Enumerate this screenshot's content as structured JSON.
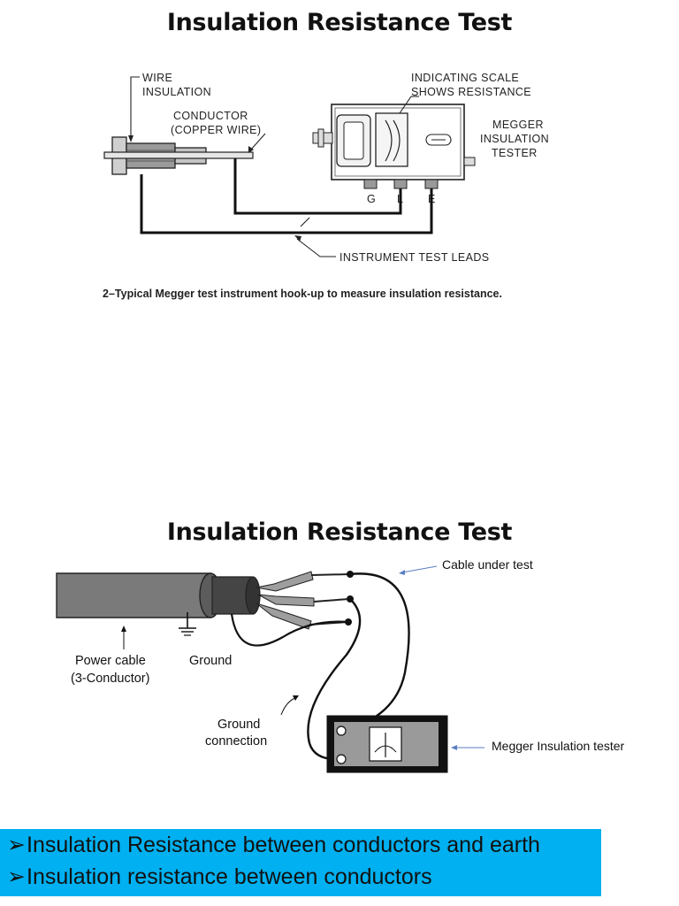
{
  "slides": [
    {
      "title": "Insulation Resistance Test",
      "labels": {
        "wire_insulation_1": "WIRE",
        "wire_insulation_2": "INSULATION",
        "conductor_1": "CONDUCTOR",
        "conductor_2": "(COPPER WIRE)",
        "scale_1": "INDICATING SCALE",
        "scale_2": "SHOWS RESISTANCE",
        "megger_1": "MEGGER",
        "megger_2": "INSULATION",
        "megger_3": "TESTER",
        "terminal_g": "G",
        "terminal_l": "L",
        "terminal_e": "E",
        "leads": "INSTRUMENT TEST LEADS"
      },
      "caption": "2–Typical Megger test instrument hook-up to measure insulation resistance."
    },
    {
      "title": "Insulation Resistance Test",
      "labels": {
        "cable_under_test": "Cable under test",
        "power_cable_1": "Power cable",
        "power_cable_2": "(3-Conductor)",
        "ground": "Ground",
        "ground_conn_1": "Ground",
        "ground_conn_2": "connection",
        "megger": "Megger Insulation tester"
      }
    }
  ],
  "bullets": [
    "Insulation Resistance between conductors and earth",
    "Insulation resistance between conductors"
  ],
  "colors": {
    "bullet_background": "#00b0f0"
  }
}
